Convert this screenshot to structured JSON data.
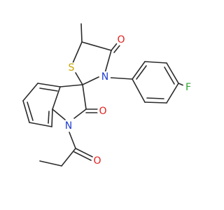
{
  "molecule": {
    "atoms": {
      "s1": {
        "symbol": "S",
        "color": "#c8a400"
      },
      "n_thiazolidine": {
        "symbol": "N",
        "color": "#1f3fd1"
      },
      "n_indoline": {
        "symbol": "N",
        "color": "#1f3fd1"
      },
      "o_thiazolidinone": {
        "symbol": "O",
        "color": "#e0201b"
      },
      "o_indolinone": {
        "symbol": "O",
        "color": "#e0201b"
      },
      "o_propanoyl": {
        "symbol": "O",
        "color": "#e0201b"
      },
      "f_aryl": {
        "symbol": "F",
        "color": "#2fa32f"
      }
    },
    "bond_color": "#2b2b2b"
  }
}
